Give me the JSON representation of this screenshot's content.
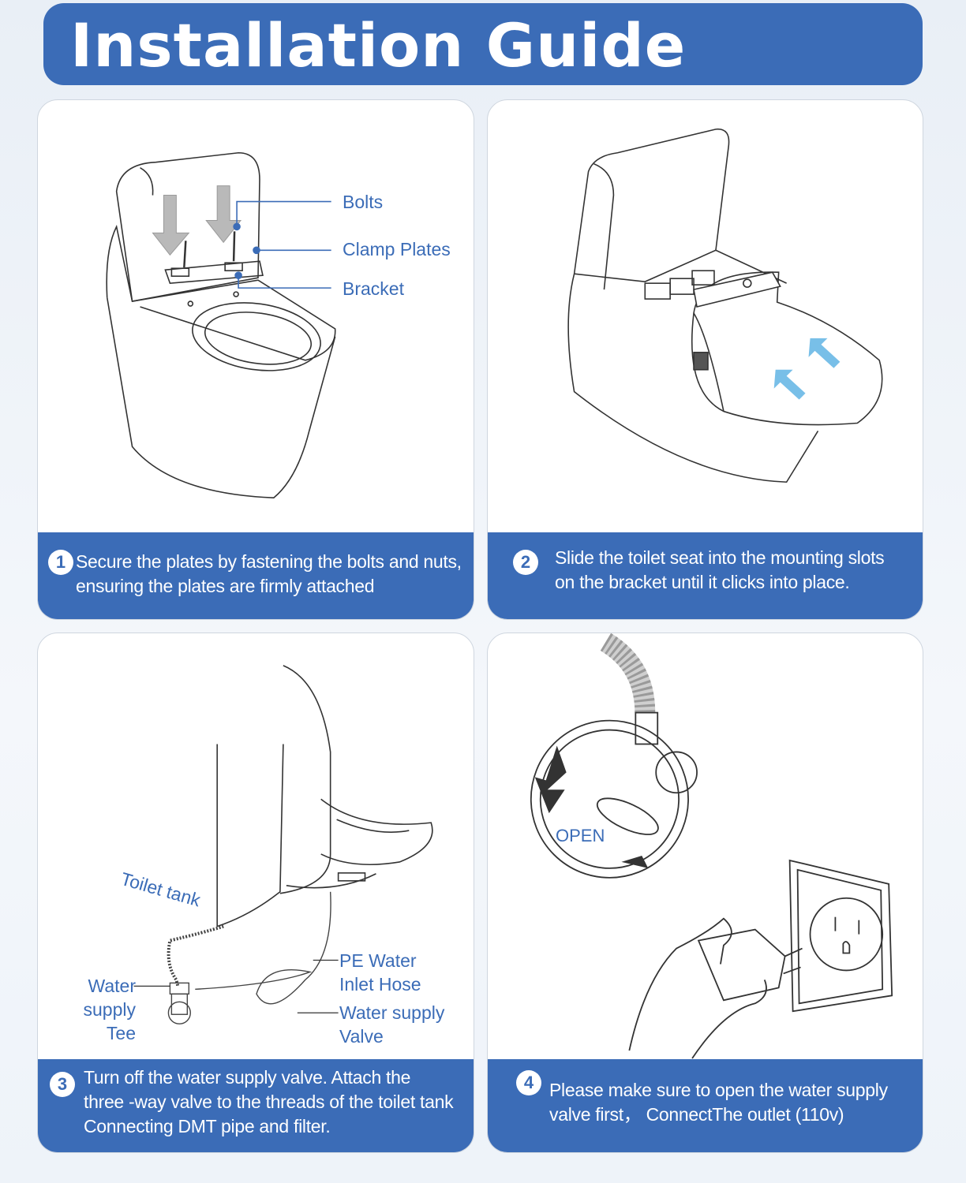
{
  "header": {
    "title": "Installation Guide"
  },
  "colors": {
    "accent": "#3b6cb7",
    "arrow": "#78bfe8"
  },
  "steps": [
    {
      "number": "1",
      "text": "Secure the plates by fastening the bolts and nuts,\nensuring the plates are firmly attached",
      "labels": {
        "bolts": "Bolts",
        "clamp_plates": "Clamp Plates",
        "bracket": "Bracket"
      }
    },
    {
      "number": "2",
      "text": "Slide the toilet seat into the mounting slots\non the bracket until it clicks into place."
    },
    {
      "number": "3",
      "text": "Turn off the water supply valve. Attach the\nthree -way valve to the threads of the toilet tank\nConnecting DMT pipe and filter.",
      "labels": {
        "toilet_tank": "Toilet tank",
        "water_supply_tee": "Water\nsupply Tee",
        "pe_water_inlet_hose": "PE Water\nInlet Hose",
        "water_supply_valve": "Water supply\nValve"
      }
    },
    {
      "number": "4",
      "text": "Please make sure to open the water supply\nvalve first， ConnectThe outlet (110v)",
      "labels": {
        "open": "OPEN"
      }
    }
  ]
}
